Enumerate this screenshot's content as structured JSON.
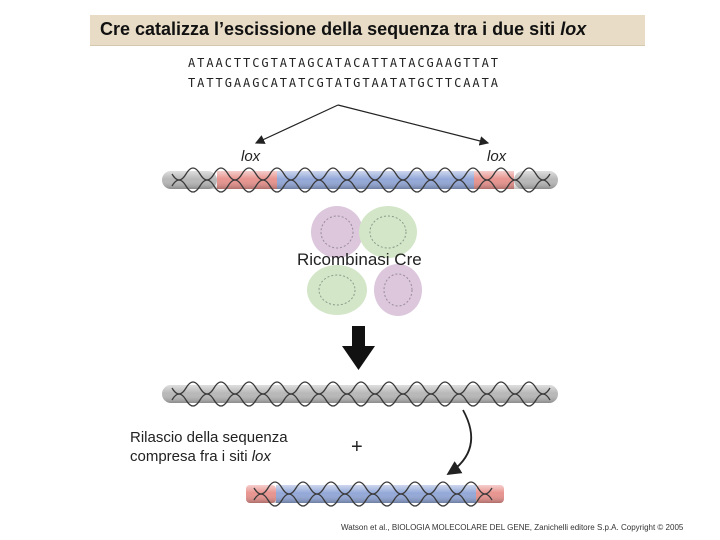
{
  "title": {
    "prefix": "Cre catalizza l’escissione della sequenza tra i due siti",
    "italic": "lox"
  },
  "sequence": {
    "top": "ATAACTTCGTATAGCATACATTATACGAAGTTAT",
    "bottom": "TATTGAAGCATATCGTATGTAATATGCTTCAATA"
  },
  "labels": {
    "lox_left": "lox",
    "lox_right": "lox",
    "cre": "Ricombinasi Cre"
  },
  "release": {
    "line1": "Rilascio della sequenza",
    "line2_prefix": "compresa fra i siti",
    "line2_italic": "lox"
  },
  "plus": "+",
  "credit": "Watson et al., BIOLOGIA MOLECOLARE DEL GENE, Zanichelli editore S.p.A. Copyright © 2005",
  "colors": {
    "gray_dna": "#b8b8b8",
    "lox_red": "#e8938e",
    "middle_blue": "#93a8d8",
    "banner": "#e8dcc6",
    "protein_purple": "#d9c4d8",
    "protein_green": "#cfe3c4"
  }
}
